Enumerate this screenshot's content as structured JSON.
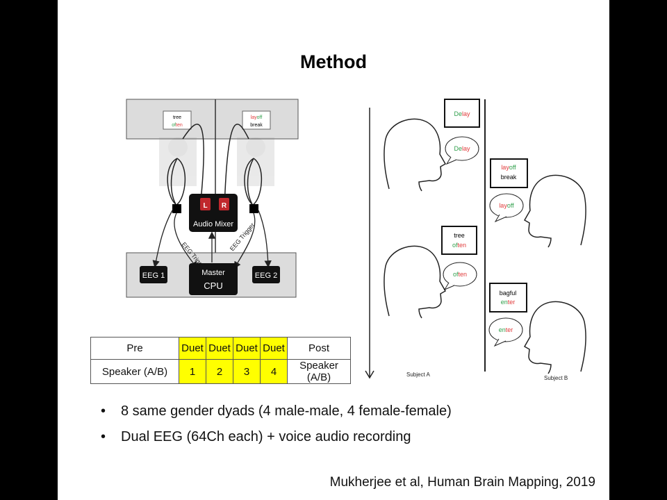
{
  "slide": {
    "title": "Method",
    "citation": "Mukherjee et al, Human Brain Mapping, 2019"
  },
  "setup": {
    "left_screen": {
      "word1": "tree",
      "word2_prefix": "of",
      "word2_suffix": "ten"
    },
    "right_screen": {
      "word1_prefix": "lay",
      "word1_suffix": "off",
      "word2": "break"
    },
    "mixer_left": "L",
    "mixer_right": "R",
    "mixer_label": "Audio Mixer",
    "master_line1": "Master",
    "master_line2": "CPU",
    "eeg1": "EEG 1",
    "eeg2": "EEG 2",
    "trigger_left": "EEG Trigger",
    "trigger_right": "EEG Trigger"
  },
  "timeline": {
    "subject_a": "Subject A",
    "subject_b": "Subject B",
    "box1": {
      "prefix": "De",
      "suffix": "lay"
    },
    "bubble1": {
      "prefix": "De",
      "suffix": "lay"
    },
    "box2": {
      "word1_prefix": "lay",
      "word1_suffix": "off",
      "word2": "break"
    },
    "bubble2": {
      "prefix": "lay",
      "suffix": "off"
    },
    "box3": {
      "word1": "tree",
      "word2_prefix": "of",
      "word2_suffix": "ten"
    },
    "bubble3": {
      "prefix": "of",
      "suffix": "ten"
    },
    "box4": {
      "word1": "bagful",
      "word2_prefix": "en",
      "word2_suffix": "ter"
    },
    "bubble4": {
      "prefix": "en",
      "suffix": "ter"
    }
  },
  "table": {
    "pre": [
      "Pre",
      "Speaker (A/B)"
    ],
    "duets": [
      {
        "label": "Duet",
        "number": "1"
      },
      {
        "label": "Duet",
        "number": "2"
      },
      {
        "label": "Duet",
        "number": "3"
      },
      {
        "label": "Duet",
        "number": "4"
      }
    ],
    "post": [
      "Post",
      "Speaker (A/B)"
    ]
  },
  "bullets": [
    "8 same gender dyads (4 male-male, 4 female-female)",
    "Dual EEG (64Ch each) + voice audio recording"
  ],
  "colors": {
    "green": "#2e9e4a",
    "red": "#e03a3a",
    "duet_yellow": "#ffff00",
    "mixer_red": "#c0282d"
  }
}
